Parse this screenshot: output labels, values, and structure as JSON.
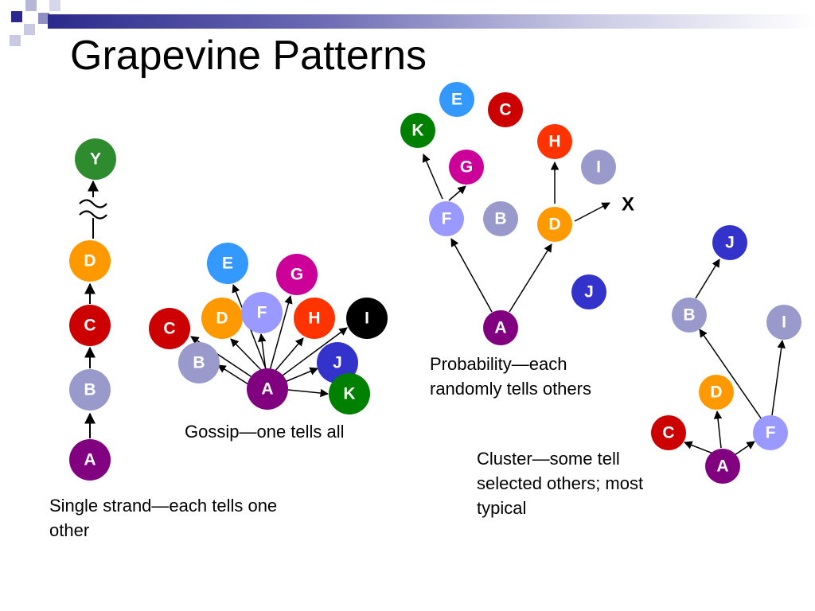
{
  "title": "Grapevine Patterns",
  "colors": {
    "title_bar": "#2b2a8c",
    "green": "#2e8b2e",
    "orange": "#ff9900",
    "red": "#cc0000",
    "lavender": "#9999cc",
    "purple": "#800080",
    "light_blue": "#3399ff",
    "periwinkle": "#9999ff",
    "magenta": "#cc0099",
    "red_orange": "#ff3300",
    "black": "#000000",
    "blue": "#3333cc",
    "dark_green": "#008000"
  },
  "single_strand": {
    "caption_lines": [
      "Single strand—each tells one",
      "other"
    ],
    "nodes": [
      "Y",
      "D",
      "C",
      "B",
      "A"
    ]
  },
  "gossip": {
    "caption": "Gossip—one tells all",
    "center": "A",
    "nodes": [
      "E",
      "G",
      "D",
      "F",
      "H",
      "I",
      "C",
      "B",
      "J",
      "K"
    ]
  },
  "probability": {
    "caption_lines": [
      "Probability—each",
      "randomly tells others"
    ],
    "nodes": [
      "E",
      "C",
      "K",
      "H",
      "G",
      "I",
      "F",
      "B",
      "D",
      "J",
      "A"
    ],
    "x_label": "X"
  },
  "cluster": {
    "caption_lines": [
      "Cluster—some tell",
      "selected others; most",
      "typical"
    ],
    "nodes": [
      "J",
      "B",
      "I",
      "D",
      "C",
      "F",
      "A"
    ]
  }
}
